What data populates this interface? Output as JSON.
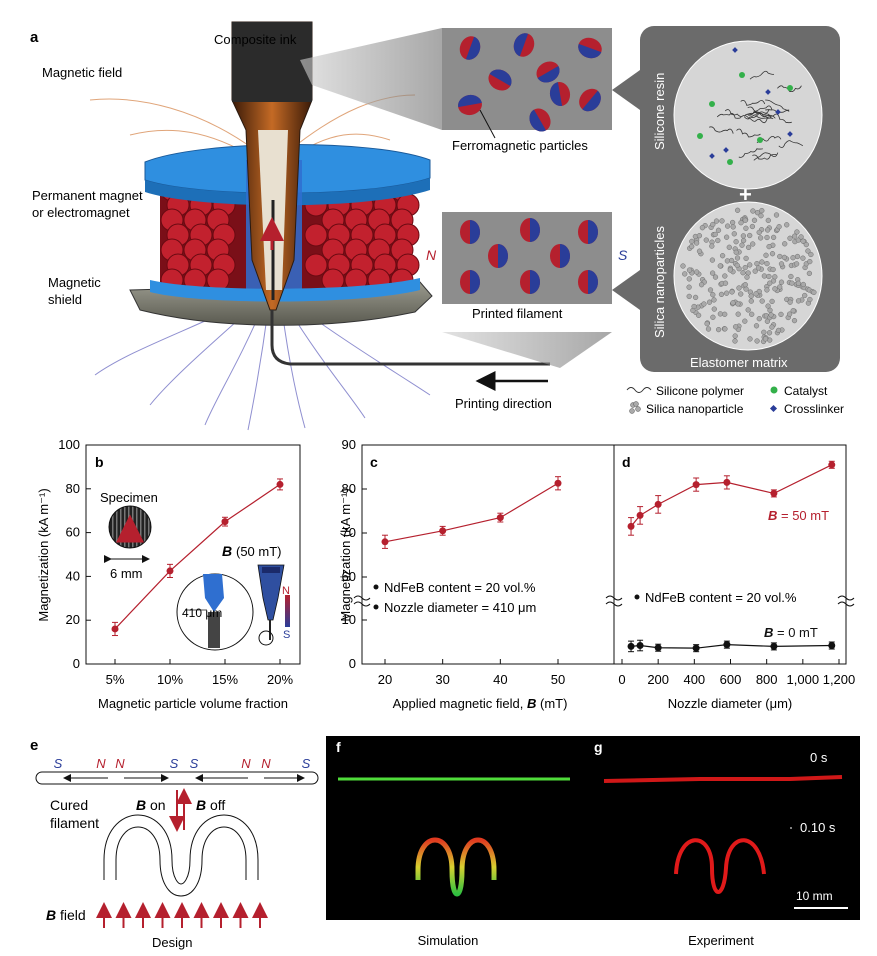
{
  "panel_a": {
    "letter": "a",
    "composite_ink": "Composite ink",
    "magnetic_field": "Magnetic field",
    "permanent_magnet": [
      "Permanent magnet",
      "or electromagnet"
    ],
    "magnetic_shield": [
      "Magnetic",
      "shield"
    ],
    "ferromagnetic_particles": "Ferromagnetic particles",
    "pole_n": "N",
    "pole_s": "S",
    "printed_filament": "Printed filament",
    "printing_direction": "Printing direction",
    "silicone_resin": "Silicone resin",
    "silica_nanoparticles": "Silica nanoparticles",
    "plus": "+",
    "elastomer_matrix": "Elastomer matrix",
    "legend": {
      "silicone_polymer": "Silicone polymer",
      "silica_nanoparticle": "Silica nanoparticle",
      "catalyst": "Catalyst",
      "crosslinker": "Crosslinker"
    }
  },
  "chart_data": [
    {
      "id": "b",
      "type": "line",
      "categories": [
        "5%",
        "10%",
        "15%",
        "20%"
      ],
      "series": [
        {
          "values": [
            16,
            42.5,
            65,
            82
          ],
          "errors": [
            3,
            3,
            2,
            2.5
          ]
        }
      ],
      "xlabel": "Magnetic particle volume fraction",
      "ylabel": "Magnetization (kA m⁻¹)",
      "ylim": [
        0,
        100
      ],
      "yticks": [
        "0",
        "20",
        "40",
        "60",
        "80",
        "100"
      ],
      "annotations": {
        "specimen": "Specimen",
        "width": "6 mm",
        "field": "(50 mT)",
        "field_symbol": "B",
        "nozzle": "410 μm",
        "n": "N",
        "s": "S"
      }
    },
    {
      "id": "c",
      "type": "line",
      "x": [
        20,
        30,
        40,
        50
      ],
      "series": [
        {
          "values": [
            68,
            70.5,
            73.5,
            81.3
          ],
          "errors": [
            1.5,
            1,
            1,
            1.5
          ]
        }
      ],
      "xlabel_text": "Applied magnetic field, ",
      "xlabel_symbol": "B",
      "xlabel_unit": " (mT)",
      "ylabel": "Magnetization (kA m⁻¹)",
      "xticks": [
        "20",
        "30",
        "40",
        "50"
      ],
      "yticks_upper": [
        "60",
        "70",
        "80",
        "90"
      ],
      "yticks_lower": [
        "0",
        "10"
      ],
      "notes": [
        "NdFeB content = 20 vol.%",
        "Nozzle diameter = 410 μm"
      ]
    },
    {
      "id": "d",
      "type": "line",
      "x": [
        50,
        100,
        200,
        410,
        580,
        840,
        1160
      ],
      "series": [
        {
          "name": "B = 50 mT",
          "label_symbol": "B",
          "label_rest": " = 50 mT",
          "color": "#b5202e",
          "values": [
            71.5,
            74,
            76.5,
            81,
            81.5,
            79,
            85.5
          ],
          "errors": [
            2,
            2,
            2,
            1.5,
            1.5,
            0.8,
            0.8
          ]
        },
        {
          "name": "B = 0 mT",
          "label_symbol": "B",
          "label_rest": " = 0 mT",
          "color": "#111111",
          "values": [
            4,
            4.2,
            3.7,
            3.6,
            4.4,
            4,
            4.2
          ],
          "errors": [
            1.2,
            1.2,
            0.8,
            0.8,
            0.8,
            0.8,
            0.8
          ]
        }
      ],
      "xlabel": "Nozzle diameter (μm)",
      "xticks": [
        "0",
        "200",
        "400",
        "600",
        "800",
        "1,000",
        "1,200"
      ],
      "notes": [
        "NdFeB content = 20 vol.%"
      ]
    }
  ],
  "panel_e": {
    "letter": "e",
    "poles": [
      "S",
      "N",
      "N",
      "S",
      "S",
      "N",
      "N",
      "S"
    ],
    "cured_filament": [
      "Cured",
      "filament"
    ],
    "b_on": "on",
    "b_off": "off",
    "b_symbol": "B",
    "b_field": "field",
    "design": "Design"
  },
  "panel_f": {
    "letter": "f",
    "caption": "Simulation"
  },
  "panel_g": {
    "letter": "g",
    "caption": "Experiment",
    "time_0": "0 s",
    "time_1": "0.10 s",
    "scale": "10 mm"
  },
  "colors": {
    "red": "#b5202e",
    "blue": "#2a3d99",
    "magnet_blue": "#2f8fe0",
    "dark": "#111111"
  }
}
